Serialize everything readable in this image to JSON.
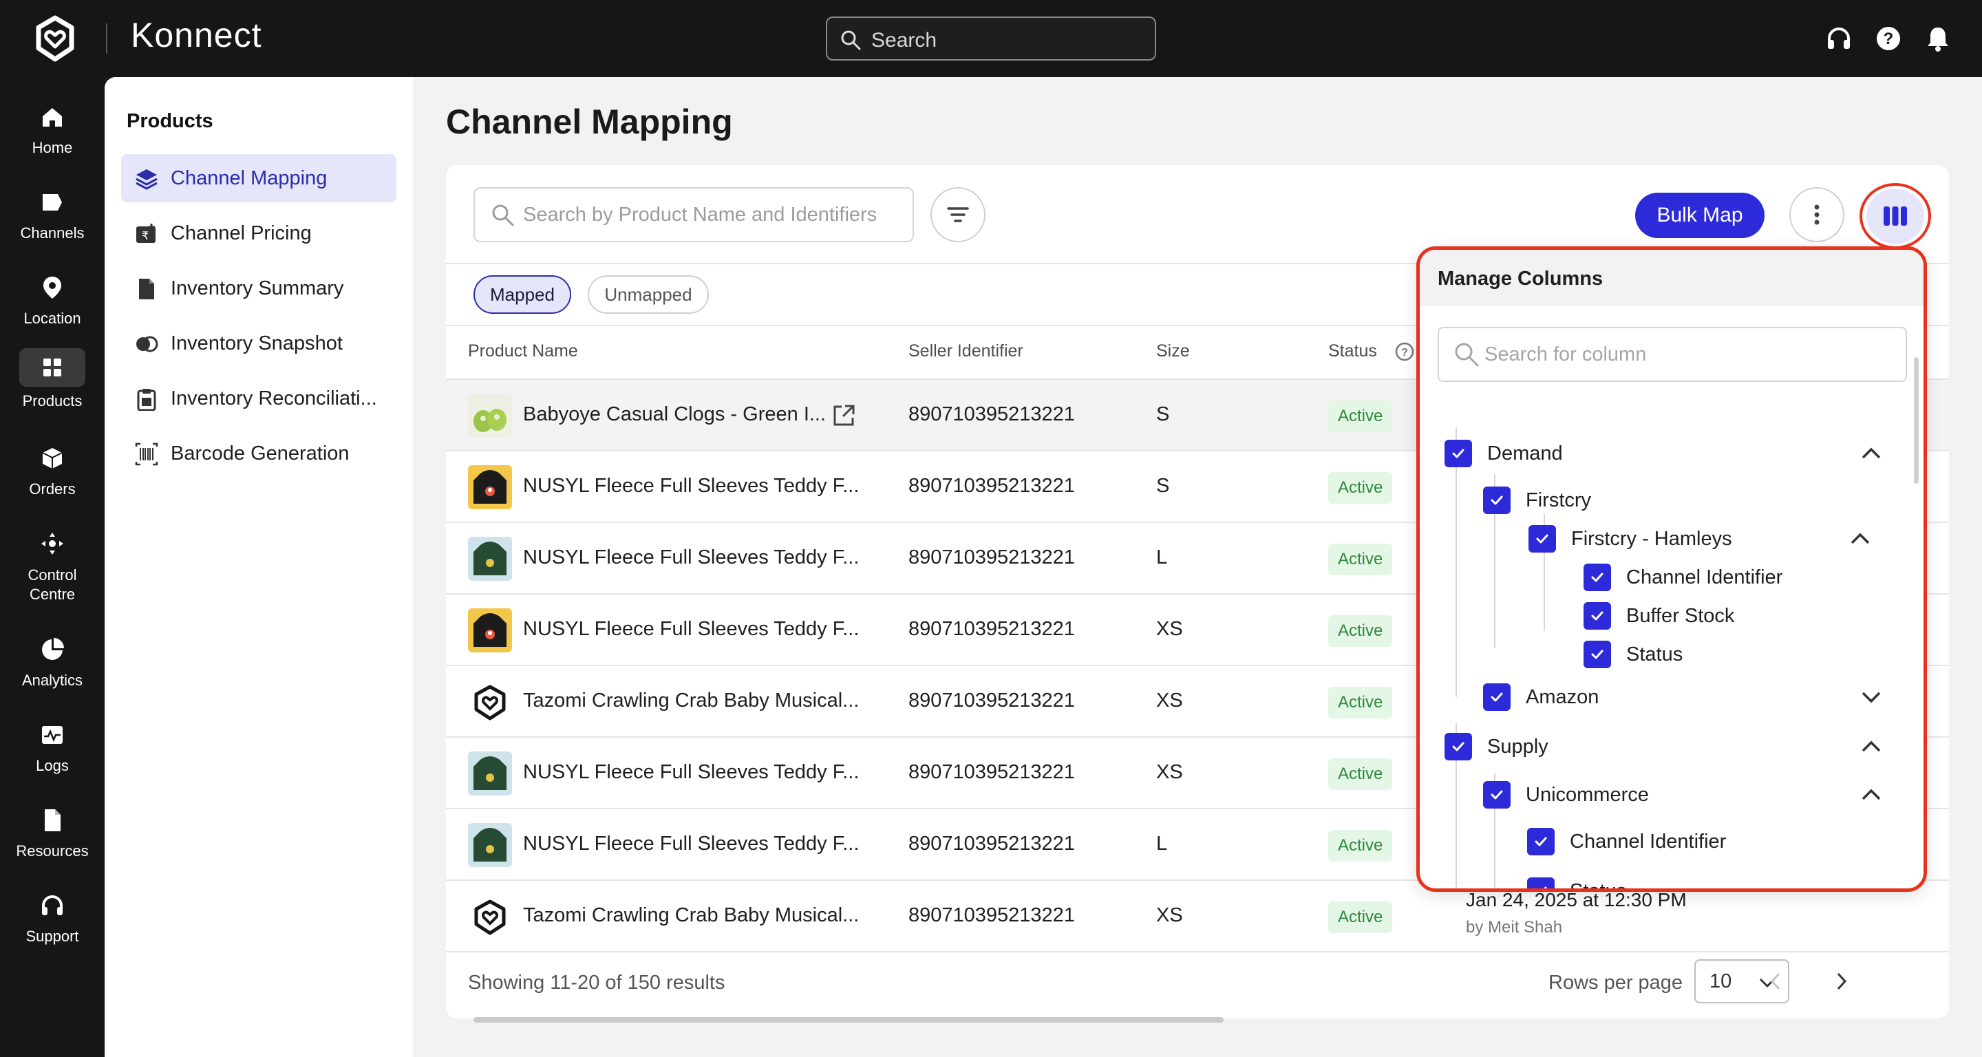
{
  "app": {
    "name": "Konnect",
    "search_placeholder": "Search"
  },
  "rail": [
    {
      "label": "Home",
      "icon": "home-icon"
    },
    {
      "label": "Channels",
      "icon": "channels-icon"
    },
    {
      "label": "Location",
      "icon": "location-icon"
    },
    {
      "label": "Products",
      "icon": "products-icon",
      "active": true
    },
    {
      "label": "Orders",
      "icon": "orders-icon"
    },
    {
      "label": "Control Centre",
      "icon": "control-centre-icon"
    },
    {
      "label": "Analytics",
      "icon": "analytics-icon"
    },
    {
      "label": "Logs",
      "icon": "logs-icon"
    },
    {
      "label": "Resources",
      "icon": "resources-icon"
    },
    {
      "label": "Support",
      "icon": "support-icon"
    }
  ],
  "subnav": {
    "title": "Products",
    "items": [
      {
        "label": "Channel Mapping",
        "icon": "layers-icon",
        "active": true
      },
      {
        "label": "Channel Pricing",
        "icon": "pricing-icon"
      },
      {
        "label": "Inventory Summary",
        "icon": "document-icon"
      },
      {
        "label": "Inventory Snapshot",
        "icon": "snapshot-icon"
      },
      {
        "label": "Inventory Reconciliati...",
        "icon": "clipboard-icon"
      },
      {
        "label": "Barcode Generation",
        "icon": "barcode-icon"
      }
    ]
  },
  "page": {
    "title": "Channel Mapping",
    "search_placeholder": "Search by Product Name and Identifiers",
    "bulk_map_label": "Bulk Map",
    "tabs": [
      {
        "label": "Mapped",
        "active": true
      },
      {
        "label": "Unmapped",
        "active": false
      }
    ]
  },
  "table": {
    "headers": [
      "Product Name",
      "Seller Identifier",
      "Size",
      "Status"
    ],
    "rows": [
      {
        "name": "Babyoye Casual Clogs - Green I...",
        "sid": "890710395213221",
        "size": "S",
        "status": "Active",
        "thumb": "clogs"
      },
      {
        "name": "NUSYL Fleece Full Sleeves Teddy F...",
        "sid": "890710395213221",
        "size": "S",
        "status": "Active",
        "thumb": "black-hoodie"
      },
      {
        "name": "NUSYL Fleece Full Sleeves Teddy F...",
        "sid": "890710395213221",
        "size": "L",
        "status": "Active",
        "thumb": "green-hoodie"
      },
      {
        "name": "NUSYL Fleece Full Sleeves Teddy F...",
        "sid": "890710395213221",
        "size": "XS",
        "status": "Active",
        "thumb": "black-hoodie"
      },
      {
        "name": "Tazomi Crawling Crab Baby Musical...",
        "sid": "890710395213221",
        "size": "XS",
        "status": "Active",
        "thumb": "logo"
      },
      {
        "name": "NUSYL Fleece Full Sleeves Teddy F...",
        "sid": "890710395213221",
        "size": "XS",
        "status": "Active",
        "thumb": "green-hoodie"
      },
      {
        "name": "NUSYL Fleece Full Sleeves Teddy F...",
        "sid": "890710395213221",
        "size": "L",
        "status": "Active",
        "thumb": "green-hoodie"
      },
      {
        "name": "Tazomi Crawling Crab Baby Musical...",
        "sid": "890710395213221",
        "size": "XS",
        "status": "Active",
        "thumb": "logo",
        "date": "Jan 24, 2025 at 12:30 PM",
        "by": "by Meit Shah"
      }
    ]
  },
  "footer": {
    "showing": "Showing 11-20 of 150 results",
    "rows_per_page_label": "Rows per page",
    "rows_per_page_value": "10"
  },
  "manage_columns": {
    "title": "Manage Columns",
    "search_placeholder": "Search for column",
    "items": [
      {
        "label": "Demand",
        "level": 0,
        "checked": true,
        "chevron": "up"
      },
      {
        "label": "Firstcry",
        "level": 1,
        "checked": true
      },
      {
        "label": "Firstcry - Hamleys",
        "level": 2,
        "checked": true,
        "chevron": "up"
      },
      {
        "label": "Channel Identifier",
        "level": 3,
        "checked": true
      },
      {
        "label": "Buffer Stock",
        "level": 3,
        "checked": true
      },
      {
        "label": "Status",
        "level": 3,
        "checked": true
      },
      {
        "label": "Amazon",
        "level": 1,
        "checked": true,
        "chevron": "down"
      },
      {
        "label": "Supply",
        "level": 0,
        "checked": true,
        "chevron": "up"
      },
      {
        "label": "Unicommerce",
        "level": 1,
        "checked": true,
        "chevron": "up"
      },
      {
        "label": "Channel Identifier",
        "level": 2,
        "checked": true
      },
      {
        "label": "Status",
        "level": 2,
        "checked": true
      }
    ]
  },
  "colors": {
    "accent": "#2d2ad9",
    "highlight": "#e8321e",
    "active_status_bg": "#e4f6e6",
    "active_status_text": "#2f8a3e"
  }
}
